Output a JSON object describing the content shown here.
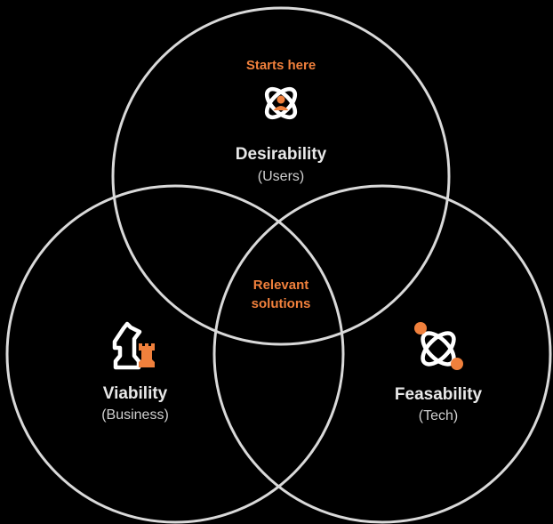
{
  "colors": {
    "background": "#000000",
    "circle_stroke": "#D9D9D9",
    "accent": "#F0803C",
    "text": "#E8E8E8"
  },
  "top": {
    "tag": "Starts here",
    "title": "Desirability",
    "subtitle": "(Users)",
    "icon": "user-orbit-icon"
  },
  "left": {
    "title": "Viability",
    "subtitle": "(Business)",
    "icon": "chess-knight-rook-icon"
  },
  "right": {
    "title": "Feasability",
    "subtitle": "(Tech)",
    "icon": "atom-orbit-icon"
  },
  "center": {
    "line1": "Relevant",
    "line2": "solutions"
  }
}
